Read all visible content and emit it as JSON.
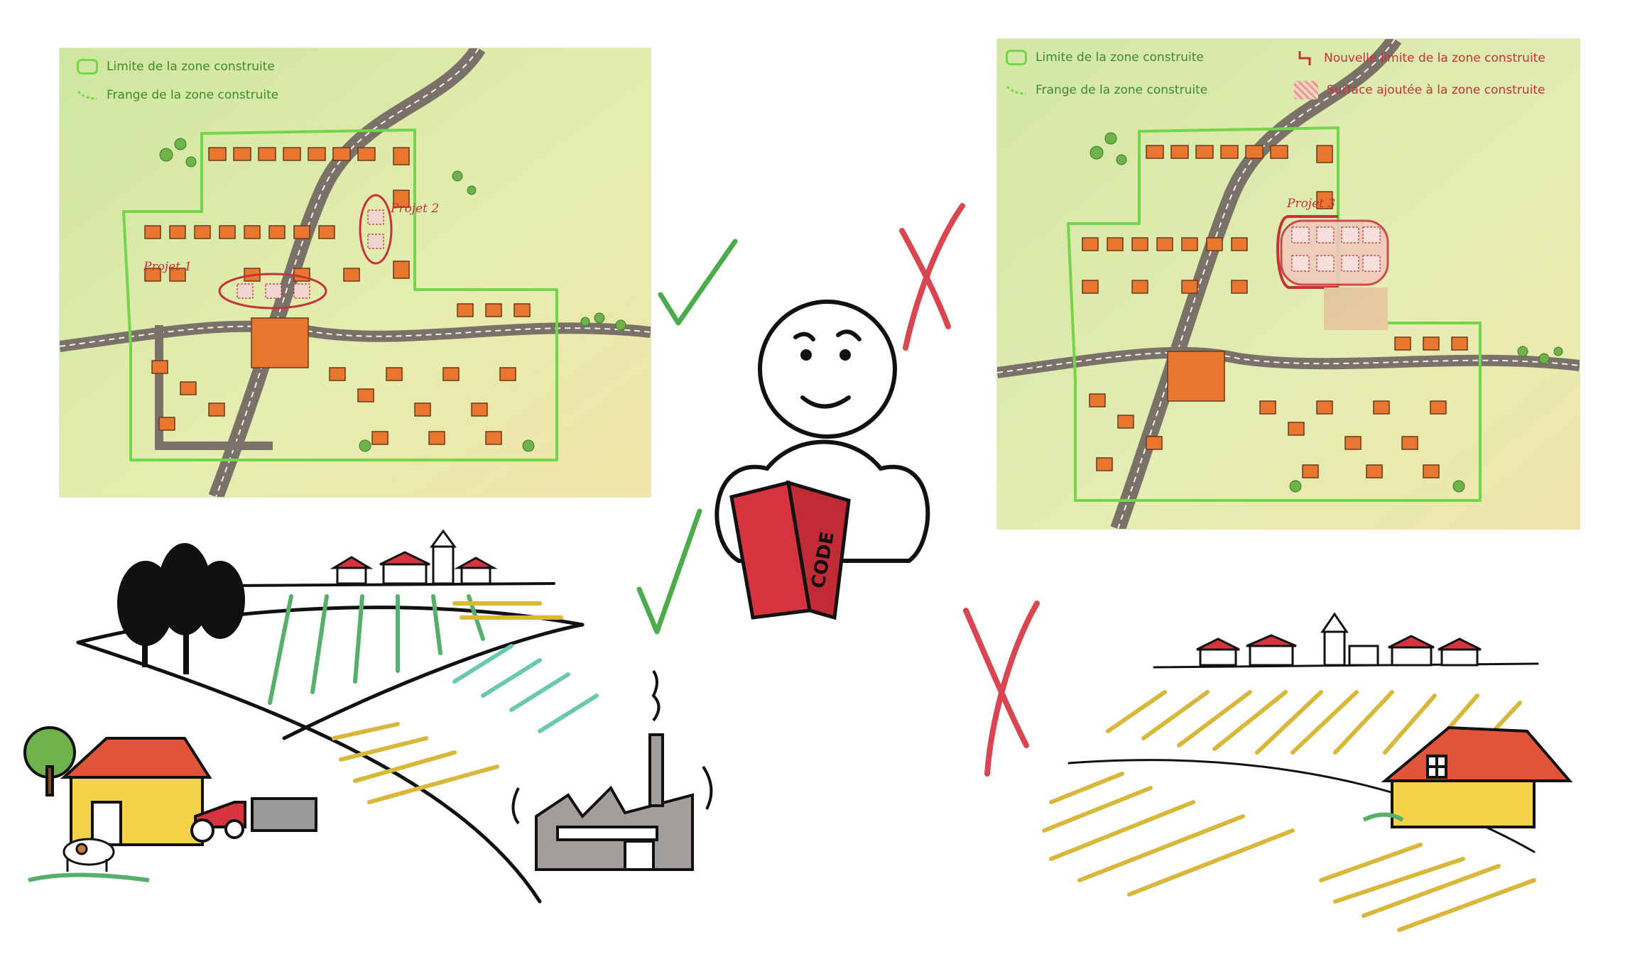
{
  "left_map": {
    "legend": [
      {
        "label": "Limite de la zone construite",
        "swatch": "outline"
      },
      {
        "label": "Frange de la zone construite",
        "swatch": "dashed"
      }
    ],
    "projects": [
      "Projet 1",
      "Projet 2"
    ]
  },
  "right_map": {
    "legend_left": [
      {
        "label": "Limite de la zone construite",
        "swatch": "outline"
      },
      {
        "label": "Frange de la zone construite",
        "swatch": "dashed"
      }
    ],
    "legend_right": [
      {
        "label": "Nouvelle limite de la zone construite",
        "swatch": "hook"
      },
      {
        "label": "Surface ajoutée à la zone construite",
        "swatch": "hatch"
      }
    ],
    "projects": [
      "Projet 3"
    ]
  },
  "book": {
    "spine_text": "CODE"
  },
  "colors": {
    "boundary_green": "#73d64a",
    "legend_green": "#3f8a2a",
    "accent_red": "#c8313a",
    "check_green": "#4cab4c",
    "roof_orange": "#e8762e",
    "field_yellow": "#d9b73a",
    "field_green": "#55b06a"
  },
  "icons": [
    "checkmark-icon",
    "cross-icon",
    "reader-figure",
    "code-book-icon",
    "factory-icon",
    "farmhouse-icon",
    "tractor-icon",
    "cow-icon",
    "village-icon"
  ]
}
